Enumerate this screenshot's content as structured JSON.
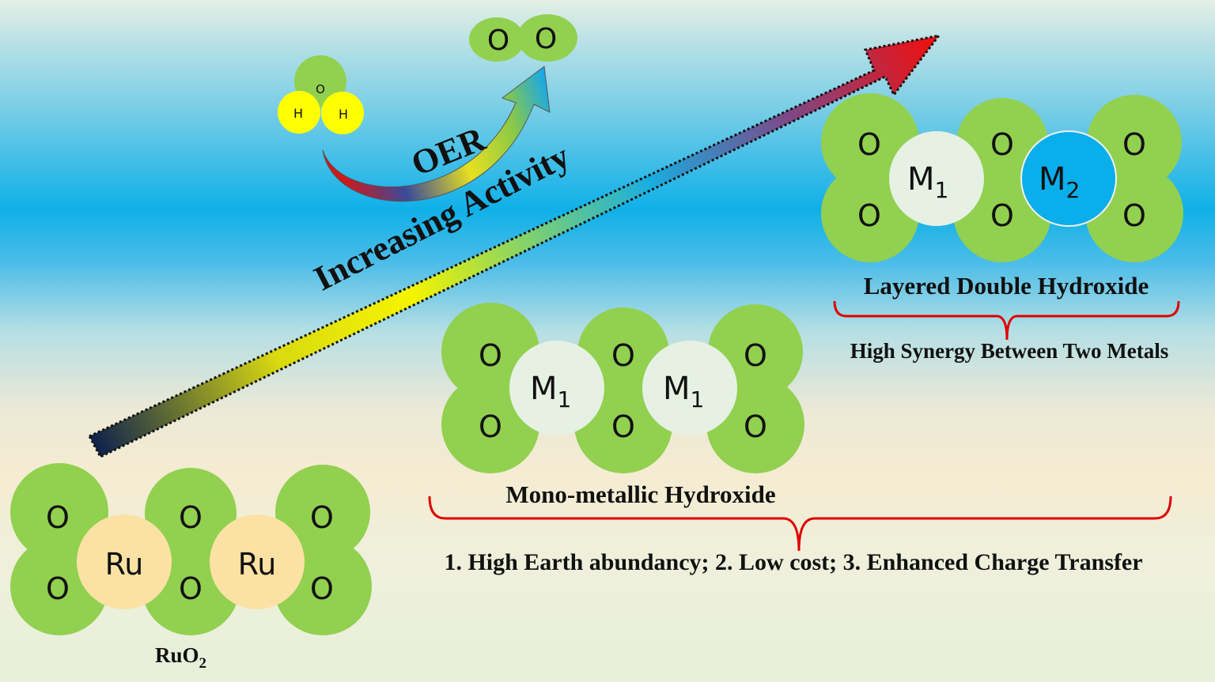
{
  "arrow_label": "Increasing Activity",
  "oer": {
    "label": "OER",
    "water_o": "O",
    "water_h1": "H",
    "water_h2": "H",
    "o2_a": "O",
    "o2_b": "O"
  },
  "ruo2": {
    "metal": "Ru",
    "oxygen": "O",
    "caption_main": "RuO",
    "caption_sub": "2"
  },
  "mono": {
    "metal_main": "M",
    "metal_sub": "1",
    "oxygen": "O",
    "caption": "Mono-metallic Hydroxide",
    "benefits": "1. High Earth abundancy; 2. Low cost; 3. Enhanced Charge Transfer"
  },
  "ldh": {
    "metal1_main": "M",
    "metal1_sub": "1",
    "metal2_main": "M",
    "metal2_sub": "2",
    "oxygen": "O",
    "caption": "Layered Double Hydroxide",
    "benefit": "High Synergy Between Two Metals"
  },
  "colors": {
    "oxygen_green": "#92d050",
    "ru_peach": "#fbe2a4",
    "m1_pale": "#e6f1e4",
    "m2_blue": "#0aaeea",
    "hydrogen_yellow": "#ffff00",
    "brace_red": "#e00000"
  }
}
